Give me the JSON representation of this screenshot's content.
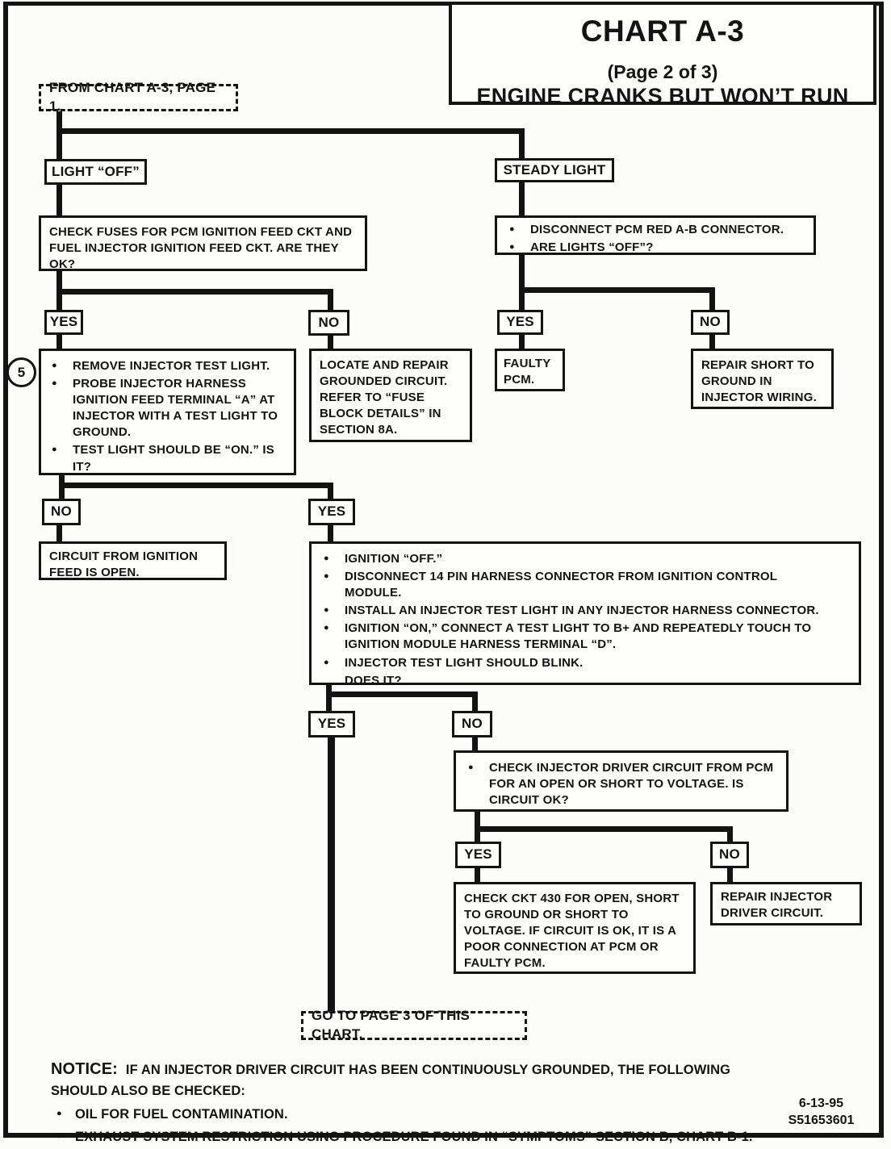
{
  "labels": {
    "yes": "YES",
    "no": "NO"
  },
  "header": {
    "title": "CHART A-3",
    "page_label": "(Page 2 of 3)",
    "subtitle": "ENGINE CRANKS BUT WON’T RUN"
  },
  "nodes": {
    "from_page1": "FROM CHART A-3, PAGE 1.",
    "light_off": "LIGHT “OFF”",
    "steady_light": "STEADY LIGHT",
    "check_fuses": "CHECK FUSES FOR PCM IGNITION FEED CKT AND FUEL INJECTOR IGNITION FEED CKT. ARE THEY OK?",
    "disconnect_pcm": {
      "bullets": [
        "DISCONNECT PCM RED A-B CONNECTOR.",
        "ARE LIGHTS “OFF”?"
      ]
    },
    "step_number": "5",
    "injector_test": {
      "bullets": [
        "REMOVE INJECTOR TEST LIGHT.",
        "PROBE INJECTOR HARNESS IGNITION FEED TERMINAL “A” AT INJECTOR WITH A TEST LIGHT TO GROUND.",
        "TEST LIGHT SHOULD BE  “ON.” IS IT?"
      ]
    },
    "locate_repair": "LOCATE AND REPAIR GROUNDED CIRCUIT. REFER TO “FUSE BLOCK DETAILS” IN SECTION 8A.",
    "faulty_pcm": "FAULTY PCM.",
    "repair_short": "REPAIR SHORT TO GROUND IN INJECTOR WIRING.",
    "circuit_open": "CIRCUIT FROM IGNITION FEED IS OPEN.",
    "ignition_module_test": {
      "bullets": [
        "IGNITION “OFF.”",
        "DISCONNECT 14 PIN HARNESS CONNECTOR FROM IGNITION CONTROL MODULE.",
        "INSTALL AN INJECTOR TEST LIGHT IN ANY INJECTOR HARNESS CONNECTOR.",
        "IGNITION “ON,” CONNECT A TEST LIGHT TO B+ AND REPEATEDLY TOUCH TO IGNITION MODULE HARNESS TERMINAL “D”.",
        "INJECTOR TEST LIGHT SHOULD BLINK."
      ],
      "question": "DOES IT?"
    },
    "check_driver": {
      "bullets": [
        "CHECK INJECTOR DRIVER CIRCUIT FROM PCM FOR AN OPEN OR SHORT TO VOLTAGE. IS CIRCUIT OK?"
      ]
    },
    "check_ckt430": "CHECK CKT 430 FOR OPEN, SHORT TO GROUND OR SHORT TO VOLTAGE. IF CIRCUIT IS OK, IT IS A POOR CONNECTION AT PCM OR FAULTY PCM.",
    "repair_driver": "REPAIR INJECTOR DRIVER CIRCUIT.",
    "goto_page3": "GO TO PAGE 3 OF THIS CHART."
  },
  "notice": {
    "label": "NOTICE:",
    "text": "IF AN INJECTOR DRIVER CIRCUIT HAS BEEN CONTINUOUSLY GROUNDED, THE FOLLOWING SHOULD ALSO BE CHECKED:",
    "bullets": [
      "OIL FOR FUEL CONTAMINATION.",
      "EXHAUST SYSTEM RESTRICTION USING PROCEDURE FOUND IN “SYMPTOMS” SECTION B, CHART B-1."
    ]
  },
  "footer": {
    "date": "6-13-95",
    "doc_id": "S51653601"
  }
}
